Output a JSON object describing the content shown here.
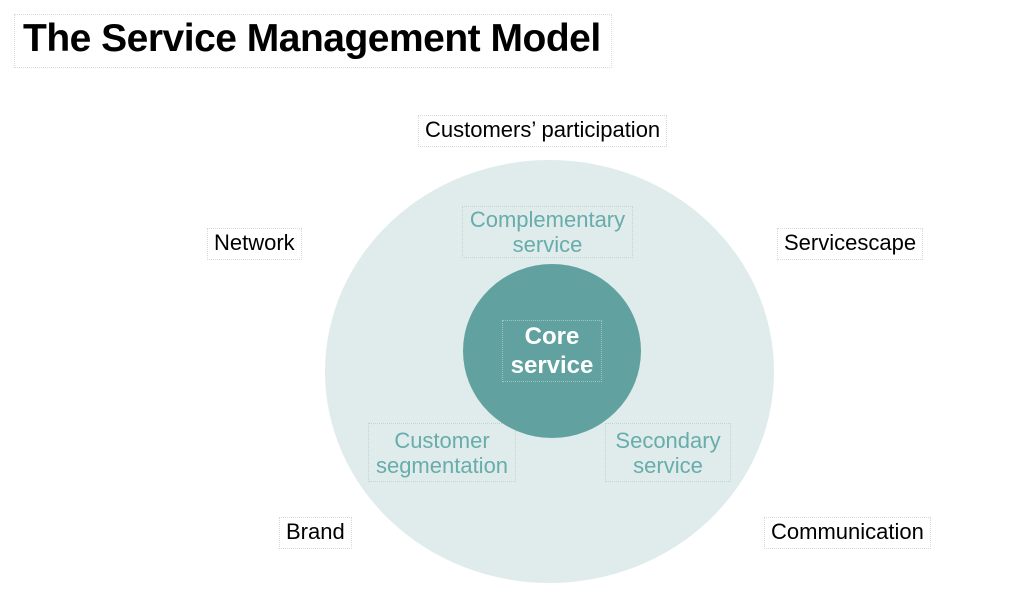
{
  "title": "The Service Management Model",
  "colors": {
    "outer_circle": "#dfeceb",
    "core_circle": "#61a2a1",
    "inner_label_text": "#68acab",
    "core_text": "#ffffff",
    "outer_label_text": "#000000"
  },
  "diagram": {
    "core_label": "Core service",
    "inner_labels": {
      "top": "Complementary service",
      "bottom_left": "Customer segmentation",
      "bottom_right": "Secondary service"
    },
    "outer_labels": {
      "top": "Customers’ participation",
      "left": "Network",
      "right": "Servicescape",
      "bottom_left": "Brand",
      "bottom_right": "Communication"
    }
  }
}
